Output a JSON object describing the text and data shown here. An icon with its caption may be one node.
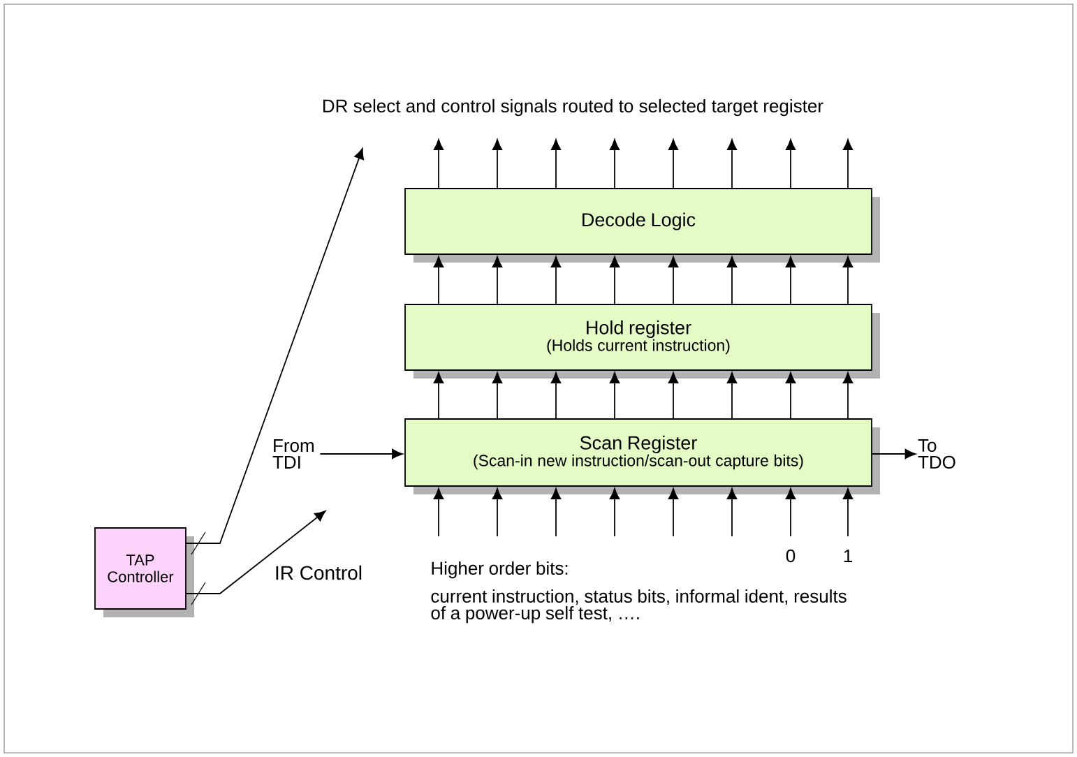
{
  "diagram": {
    "nodes": [
      {
        "text": [
          "Decode Logic"
        ]
      },
      {
        "text": [
          "Hold register",
          "(Holds current instruction)"
        ]
      },
      {
        "text": [
          "Scan Register",
          "(Scan-in new instruction/scan-out capture bits)"
        ]
      },
      {
        "text": [
          "TAP Controller"
        ]
      },
      {
        "text": [
          "From TDI"
        ]
      },
      {
        "text": [
          "To TDO"
        ]
      }
    ],
    "edges": [
      {
        "from": 4,
        "to": 2,
        "arrow": "to"
      },
      {
        "from": 2,
        "to": 5,
        "arrow": "to"
      },
      {
        "from": 2,
        "to": 1,
        "arrow": "to"
      },
      {
        "from": 2,
        "to": 1,
        "arrow": "to"
      },
      {
        "from": 2,
        "to": 1,
        "arrow": "to"
      },
      {
        "from": 2,
        "to": 1,
        "arrow": "to"
      },
      {
        "from": 2,
        "to": 1,
        "arrow": "to"
      },
      {
        "from": 2,
        "to": 1,
        "arrow": "to"
      },
      {
        "from": 2,
        "to": 1,
        "arrow": "to"
      },
      {
        "from": 2,
        "to": 1,
        "arrow": "to"
      },
      {
        "from": 1,
        "to": 0,
        "arrow": "to"
      },
      {
        "from": 1,
        "to": 0,
        "arrow": "to"
      },
      {
        "from": 1,
        "to": 0,
        "arrow": "to"
      },
      {
        "from": 1,
        "to": 0,
        "arrow": "to"
      },
      {
        "from": 1,
        "to": 0,
        "arrow": "to"
      },
      {
        "from": 1,
        "to": 0,
        "arrow": "to"
      },
      {
        "from": 1,
        "to": 0,
        "arrow": "to"
      },
      {
        "from": 1,
        "to": 0,
        "arrow": "to"
      },
      {
        "from": 0,
        "to": null,
        "arrow": "to"
      },
      {
        "from": 0,
        "to": null,
        "arrow": "to"
      },
      {
        "from": 0,
        "to": null,
        "arrow": "to"
      },
      {
        "from": 0,
        "to": null,
        "arrow": "to"
      },
      {
        "from": 0,
        "to": null,
        "arrow": "to"
      },
      {
        "from": 0,
        "to": null,
        "arrow": "to"
      },
      {
        "from": 0,
        "to": null,
        "arrow": "to"
      },
      {
        "from": 0,
        "to": null,
        "arrow": "to"
      },
      {
        "from": null,
        "to": 2,
        "arrow": "to"
      },
      {
        "from": null,
        "to": 2,
        "arrow": "to"
      },
      {
        "from": null,
        "to": 2,
        "arrow": "to"
      },
      {
        "from": null,
        "to": 2,
        "arrow": "to"
      },
      {
        "from": null,
        "to": 2,
        "arrow": "to"
      },
      {
        "from": null,
        "to": 2,
        "arrow": "to"
      },
      {
        "from": null,
        "to": 2,
        "arrow": "to"
      },
      {
        "from": null,
        "to": 2,
        "arrow": "to"
      },
      {
        "from": 3,
        "to": null,
        "arrow": "to"
      },
      {
        "from": 3,
        "to": null,
        "arrow": "to",
        "label": "IR Control"
      }
    ],
    "labels": [
      "DR select and control signals routed to selected target register",
      "0",
      "1",
      "Higher order bits:",
      "current instruction, status bits, informal ident, results of a power-up self test, …."
    ]
  }
}
